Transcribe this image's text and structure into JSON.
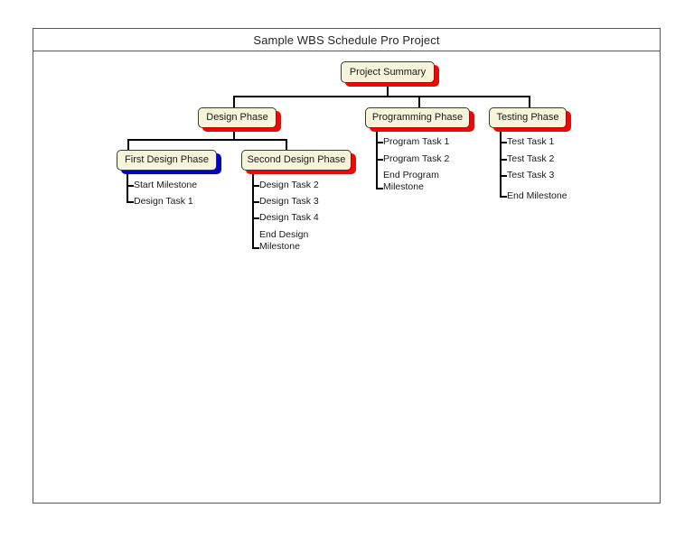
{
  "window": {
    "title": "Sample WBS Schedule Pro Project"
  },
  "chart_data": {
    "type": "diagram",
    "diagram_kind": "work-breakdown-structure",
    "title": "Sample WBS Schedule Pro Project",
    "colors": {
      "node_fill": "#F7F4DC",
      "node_border": "#3a3a36",
      "shadow_red": "#FF0000",
      "shadow_blue": "#0000CC",
      "connector": "#000000",
      "frame_border": "#555555",
      "background": "#FFFFFF"
    },
    "nodes": [
      {
        "id": "project-summary",
        "label": "Project Summary",
        "level": 0,
        "shadow": "red"
      },
      {
        "id": "design-phase",
        "label": "Design Phase",
        "level": 1,
        "shadow": "red"
      },
      {
        "id": "programming-phase",
        "label": "Programming Phase",
        "level": 1,
        "shadow": "red"
      },
      {
        "id": "testing-phase",
        "label": "Testing Phase",
        "level": 1,
        "shadow": "red"
      },
      {
        "id": "first-design-phase",
        "label": "First Design Phase",
        "level": 2,
        "shadow": "blue"
      },
      {
        "id": "second-design-phase",
        "label": "Second Design Phase",
        "level": 2,
        "shadow": "red"
      }
    ],
    "edges": [
      {
        "from": "project-summary",
        "to": "design-phase"
      },
      {
        "from": "project-summary",
        "to": "programming-phase"
      },
      {
        "from": "project-summary",
        "to": "testing-phase"
      },
      {
        "from": "design-phase",
        "to": "first-design-phase"
      },
      {
        "from": "design-phase",
        "to": "second-design-phase"
      }
    ],
    "leaf_groups": [
      {
        "parent": "first-design-phase",
        "tasks": [
          "Start Milestone",
          "Design Task 1"
        ]
      },
      {
        "parent": "second-design-phase",
        "tasks": [
          "Design Task 2",
          "Design Task 3",
          "Design Task 4",
          "End Design\nMilestone"
        ]
      },
      {
        "parent": "programming-phase",
        "tasks": [
          "Program Task 1",
          "Program Task 2",
          "End Program\nMilestone"
        ]
      },
      {
        "parent": "testing-phase",
        "tasks": [
          "Test Task 1",
          "Test Task 2",
          "Test Task 3",
          "End Milestone"
        ]
      }
    ]
  },
  "nodes": {
    "project_summary": "Project Summary",
    "design_phase": "Design Phase",
    "programming_phase": "Programming Phase",
    "testing_phase": "Testing Phase",
    "first_design_phase": "First Design Phase",
    "second_design_phase": "Second Design Phase"
  },
  "tasks": {
    "first_design": {
      "t1": "Start Milestone",
      "t2": "Design Task 1"
    },
    "second_design": {
      "t1": "Design Task 2",
      "t2": "Design Task 3",
      "t3": "Design Task 4",
      "t4": "End Design\nMilestone"
    },
    "programming": {
      "t1": "Program Task 1",
      "t2": "Program Task 2",
      "t3": "End Program\nMilestone"
    },
    "testing": {
      "t1": "Test Task 1",
      "t2": "Test Task 2",
      "t3": "Test Task 3",
      "t4": "End Milestone"
    }
  }
}
